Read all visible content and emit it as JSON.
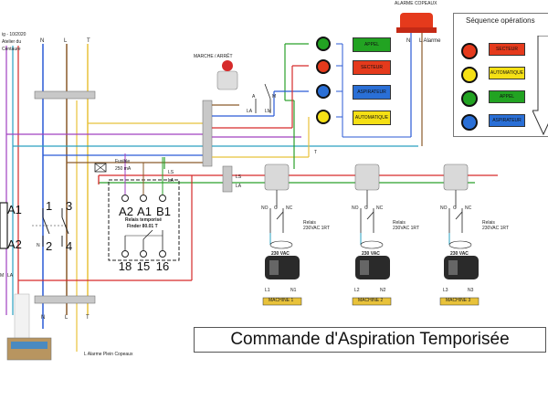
{
  "title": "Commande d'Aspiration Temporisée",
  "header": {
    "credit_line1": "ig - 10/2020",
    "credit_line2": "Atelier du",
    "credit_line3": "Centaure"
  },
  "power": {
    "N": "N",
    "L": "L",
    "T": "T"
  },
  "alarm": {
    "label": "ALARME COPEAUX",
    "n": "N",
    "l": "L Alarme"
  },
  "switch": {
    "label": "MARCHE / ARRÊT",
    "A": "A",
    "M": "M",
    "LA": "LA",
    "LM": "LM"
  },
  "indicators": [
    {
      "label": "APPEL",
      "color": "#22a322"
    },
    {
      "label": "SECTEUR",
      "color": "#e53a1c"
    },
    {
      "label": "ASPIRATEUR",
      "color": "#2a6fd6"
    },
    {
      "label": "AUTOMATIQUE",
      "color": "#f5e015"
    }
  ],
  "sequence": {
    "title": "Séquence opérations",
    "items": [
      {
        "label": "SECTEUR",
        "color": "#e53a1c"
      },
      {
        "label": "AUTOMATIQUE",
        "color": "#f5e015"
      },
      {
        "label": "APPEL",
        "color": "#22a322"
      },
      {
        "label": "ASPIRATEUR",
        "color": "#2a6fd6"
      }
    ]
  },
  "fuse": {
    "line1": "Fusible",
    "line2": "250 mA"
  },
  "relay_timer": {
    "top_terminals": [
      "A2",
      "A1",
      "B1"
    ],
    "name_line1": "Relais temporisé",
    "name_line2": "Finder 80.01 T",
    "bottom_terminals": [
      "18",
      "15",
      "16"
    ],
    "LS": "LS",
    "LA": "LA"
  },
  "contactor": {
    "A1": "A1",
    "A2": "A2",
    "t1": "1",
    "t2": "2",
    "t3": "3",
    "t4": "4",
    "N": "N",
    "M": "M",
    "LA": "LA"
  },
  "bottom": {
    "N": "N",
    "L": "L",
    "T": "T",
    "alarm": "L Alarme Plein Copeaux"
  },
  "rail_tags": {
    "LS": "LS",
    "LA": "LA",
    "T": "T"
  },
  "machines": [
    {
      "relay": "Relais\n230VAC 1RT",
      "voltage": "230 VAC",
      "label": "MACHINE 1",
      "L": "L1",
      "N": "N1"
    },
    {
      "relay": "Relais\n230VAC 1RT",
      "voltage": "230 VAC",
      "label": "MACHINE 2",
      "L": "L2",
      "N": "N2"
    },
    {
      "relay": "Relais\n230VAC 1RT",
      "voltage": "230 VAC",
      "label": "MACHINE 3",
      "L": "L3",
      "N": "N3"
    }
  ],
  "relay_contacts": {
    "NO": "NO",
    "COM": "C",
    "NC": "NC"
  }
}
